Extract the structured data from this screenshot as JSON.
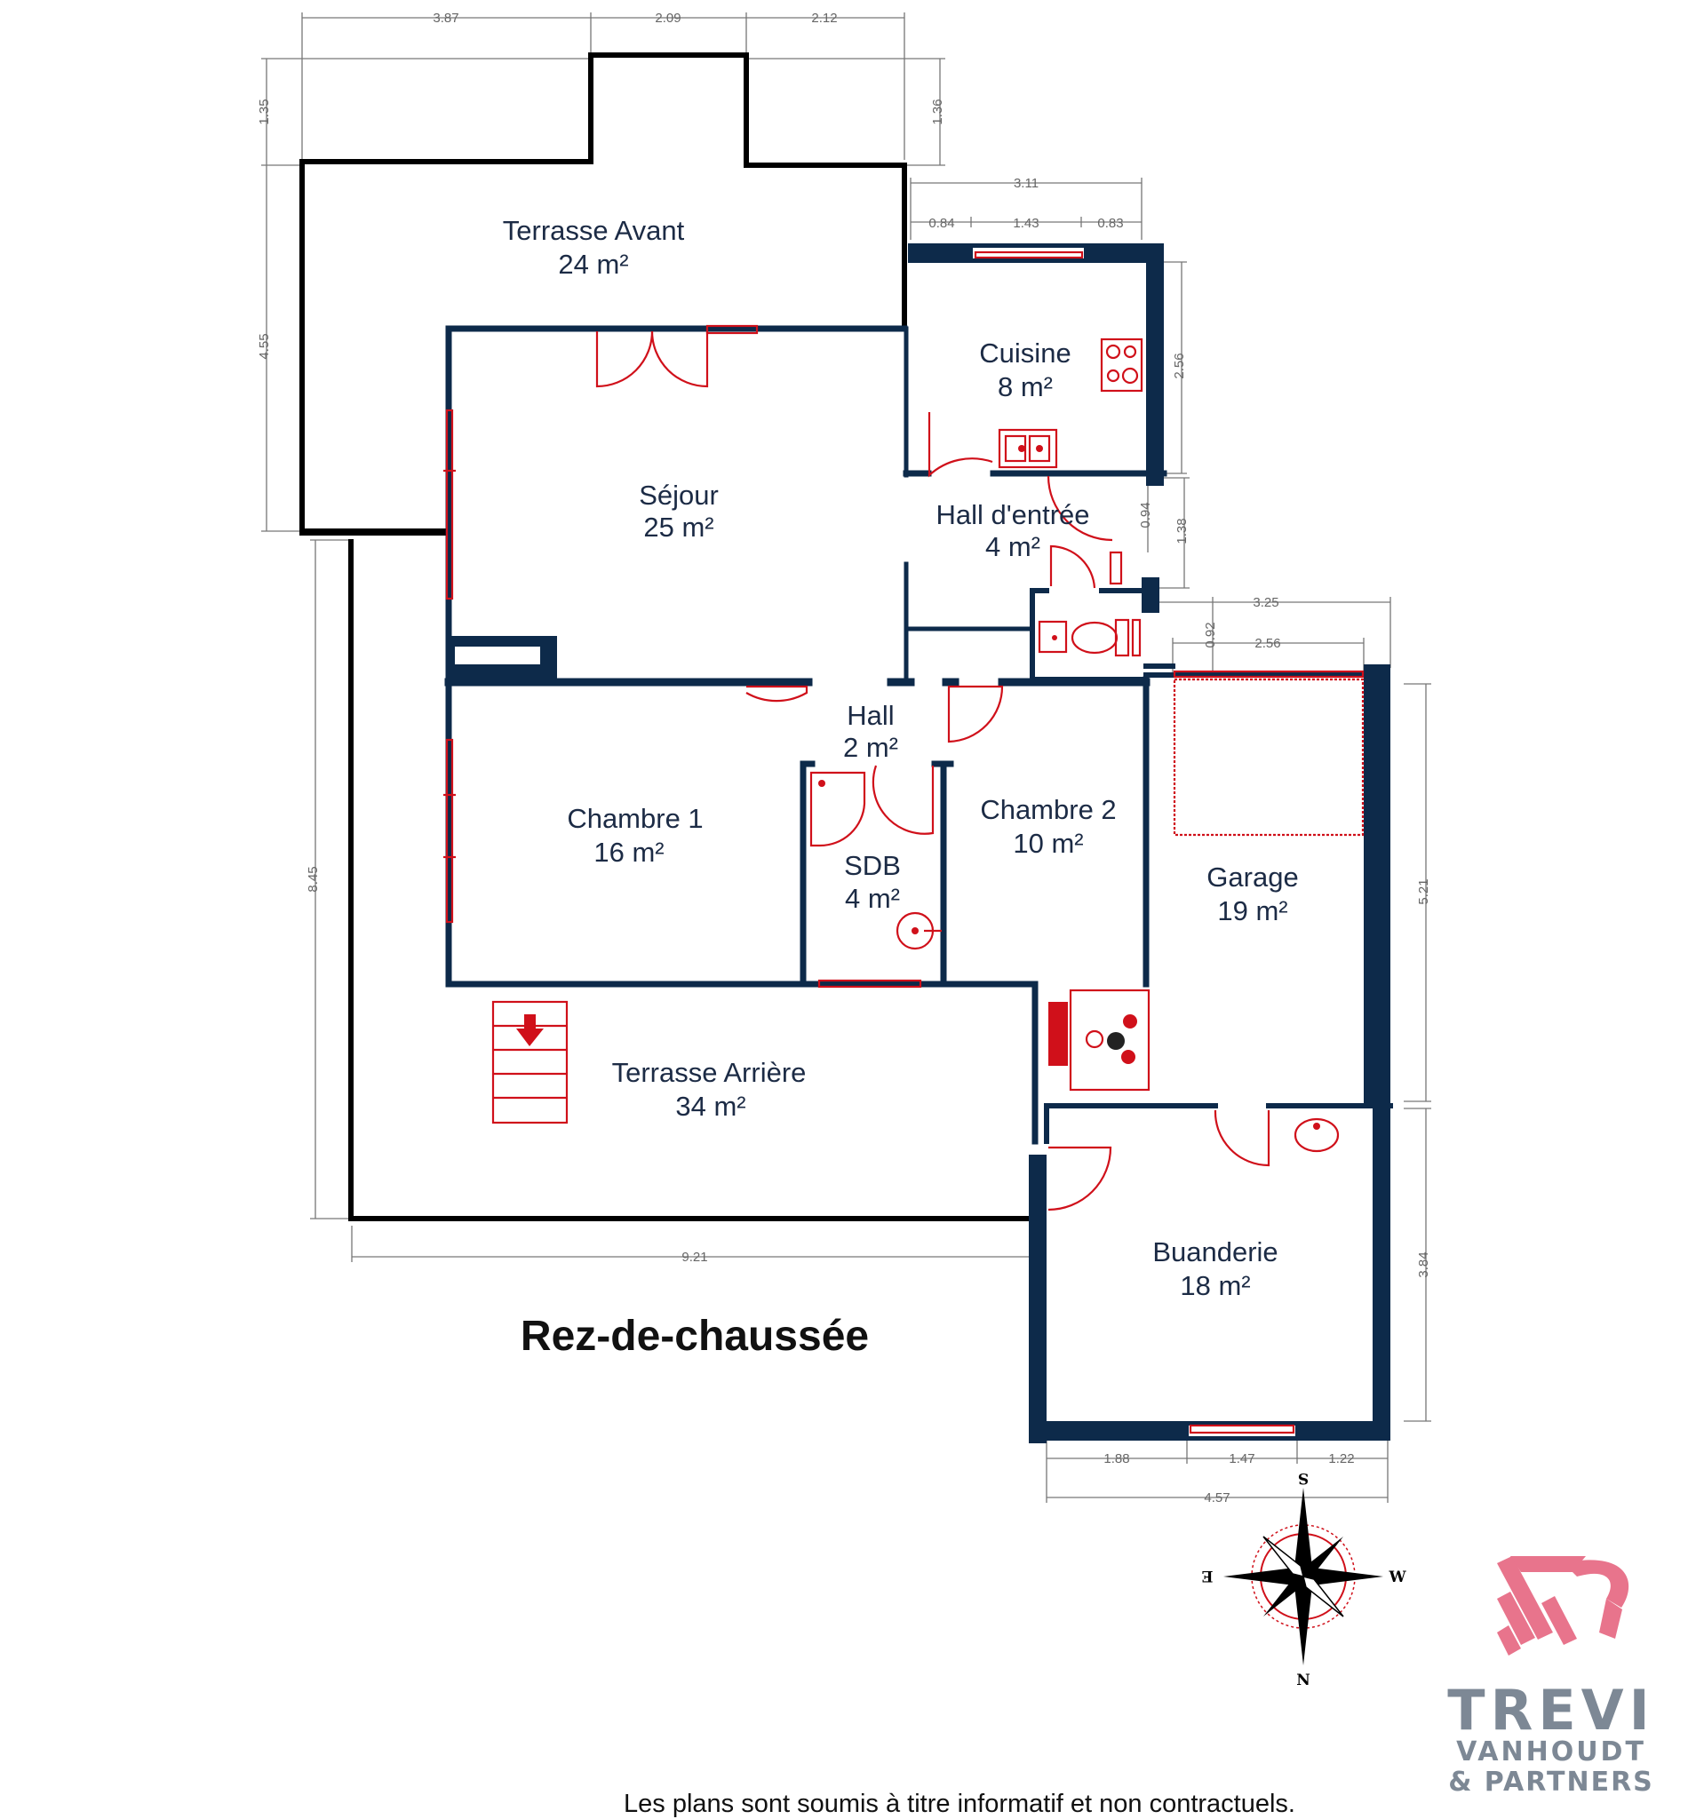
{
  "plan_title": "Rez-de-chaussée",
  "disclaimer": "Les plans sont soumis à titre informatif et non contractuels.",
  "rooms": [
    {
      "name": "Terrasse Avant",
      "area": "24 m²"
    },
    {
      "name": "Séjour",
      "area": "25 m²"
    },
    {
      "name": "Cuisine",
      "area": "8 m²"
    },
    {
      "name": "Hall d'entrée",
      "area": "4 m²"
    },
    {
      "name": "Hall",
      "area": "2 m²"
    },
    {
      "name": "Chambre 1",
      "area": "16 m²"
    },
    {
      "name": "SDB",
      "area": "4 m²"
    },
    {
      "name": "Chambre 2",
      "area": "10 m²"
    },
    {
      "name": "Garage",
      "area": "19 m²"
    },
    {
      "name": "Terrasse Arrière",
      "area": "34 m²"
    },
    {
      "name": "Buanderie",
      "area": "18 m²"
    }
  ],
  "dimensions": {
    "top_left": "3.87",
    "top_mid": "2.09",
    "top_right": "2.12",
    "left_bay": "1.35",
    "right_bay": "1.36",
    "terrace_depth": "4.55",
    "kitchen_width": "3.11",
    "kitchen_w1": "0.84",
    "kitchen_w2": "1.43",
    "kitchen_w3": "0.83",
    "kitchen_depth": "2.56",
    "hall_094": "0.94",
    "hall_138": "1.38",
    "garage_width": "3.25",
    "garage_door": "2.56",
    "garage_092": "0.92",
    "garage_depth": "5.21",
    "rear_depth": "8.45",
    "rear_width": "9.21",
    "laundry_depth": "3.84",
    "laundry_w1": "1.88",
    "laundry_w2": "1.47",
    "laundry_w3": "1.22",
    "laundry_width": "4.57"
  },
  "compass": {
    "n": "N",
    "s": "S",
    "e": "E",
    "w": "W"
  },
  "logo": {
    "line1": "TREVI",
    "line2": "VANHOUDT",
    "line3": "& PARTNERS"
  },
  "colors": {
    "wall": "#0d2a4a",
    "fixture": "#d0101a",
    "logo_pink": "#e8748c",
    "logo_grey": "#7d8895"
  }
}
